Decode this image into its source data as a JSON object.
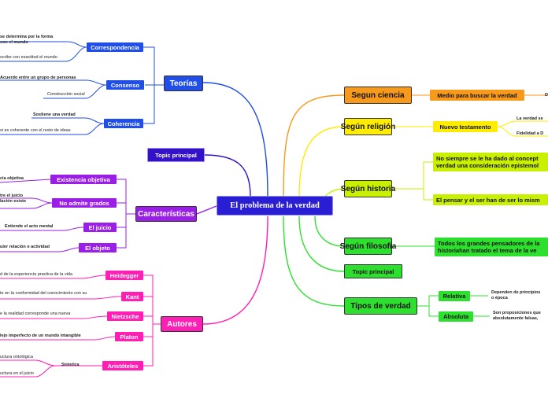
{
  "central": "El problema de la verdad",
  "colors": {
    "blue": "#1f4ee8",
    "orange": "#f79a1c",
    "yellow": "#ffec00",
    "lime": "#c8f000",
    "green": "#2ee02e",
    "purple": "#9b1ee8",
    "magenta": "#ff1fb4",
    "navy": "#3410c9"
  },
  "left": {
    "teorias": {
      "label": "Teorías",
      "correspondencia": {
        "label": "Correspondencia",
        "leaf1": "se determina por la forma",
        "leaf1b": "con el mundo",
        "leaf2": "scribe con exactitud el mundo"
      },
      "consenso": {
        "label": "Consenso",
        "leaf1": "Acuerdo entre un grupo de personas",
        "leaf2": "Construcción social"
      },
      "coherencia": {
        "label": "Coherencia",
        "leaf1": "Sostiene una verdad",
        "leaf2": "si es coherente con el resto de ideas"
      }
    },
    "topic_principal": "Topic principal",
    "caracteristicas": {
      "label": "Características",
      "existencia": {
        "label": "Existencia objetiva",
        "leaf": "cia objetiva"
      },
      "no_admite": {
        "label": "No admite grados",
        "leaf1": "tre el juicio",
        "leaf2": "lación existe"
      },
      "juicio": {
        "label": "El juicio",
        "leaf": "Entiende el acto mental"
      },
      "objeto": {
        "label": "El objeto",
        "leaf": "uier relación o actividad"
      }
    },
    "autores": {
      "label": "Autores",
      "heidegger": {
        "label": "Heidegger",
        "leaf": "d de la experiencia practica de la vida"
      },
      "kant": {
        "label": "Kant",
        "leaf": "te en la conformidad del conocimiento con su"
      },
      "nietzsche": {
        "label": "Nietzsche",
        "leaf": "e la realidad corresponde una nueva"
      },
      "platon": {
        "label": "Platon",
        "leaf": "lejo imperfecto de un mundo intangible"
      },
      "aristoteles": {
        "label": "Aristóteles",
        "sintetiza": "Sintetiza",
        "leaf1": "uctura ontológica",
        "leaf2": "uctura en el juicio"
      }
    }
  },
  "right": {
    "ciencia": {
      "label": "Segun ciencia",
      "sub": "Medio para buscar la verdad",
      "leaf": "D"
    },
    "religion": {
      "label": "Según religión",
      "sub": "Nuevo testamento",
      "leaf1": "La verdad se",
      "leaf2": "Fidelidad a D"
    },
    "historia": {
      "label": "Según historia",
      "sub1": "No siempre se le ha dado al concept verdad una consideración epistemol",
      "sub2": "El pensar y el ser han de ser lo mism"
    },
    "filosofia": {
      "label": "Según filosofia",
      "sub": "Todos los grandes pensadores de la historiahan tratado el tema de la ve"
    },
    "topic_principal": "Topic principal",
    "tipos": {
      "label": "Tipos de verdad",
      "relativa": {
        "label": "Relativa",
        "leaf1": "Dependen de principios",
        "leaf2": "o época"
      },
      "absoluta": {
        "label": "Absoluta",
        "leaf1": "Son proposiciones que",
        "leaf2": "absolutamente falsas,"
      }
    }
  }
}
